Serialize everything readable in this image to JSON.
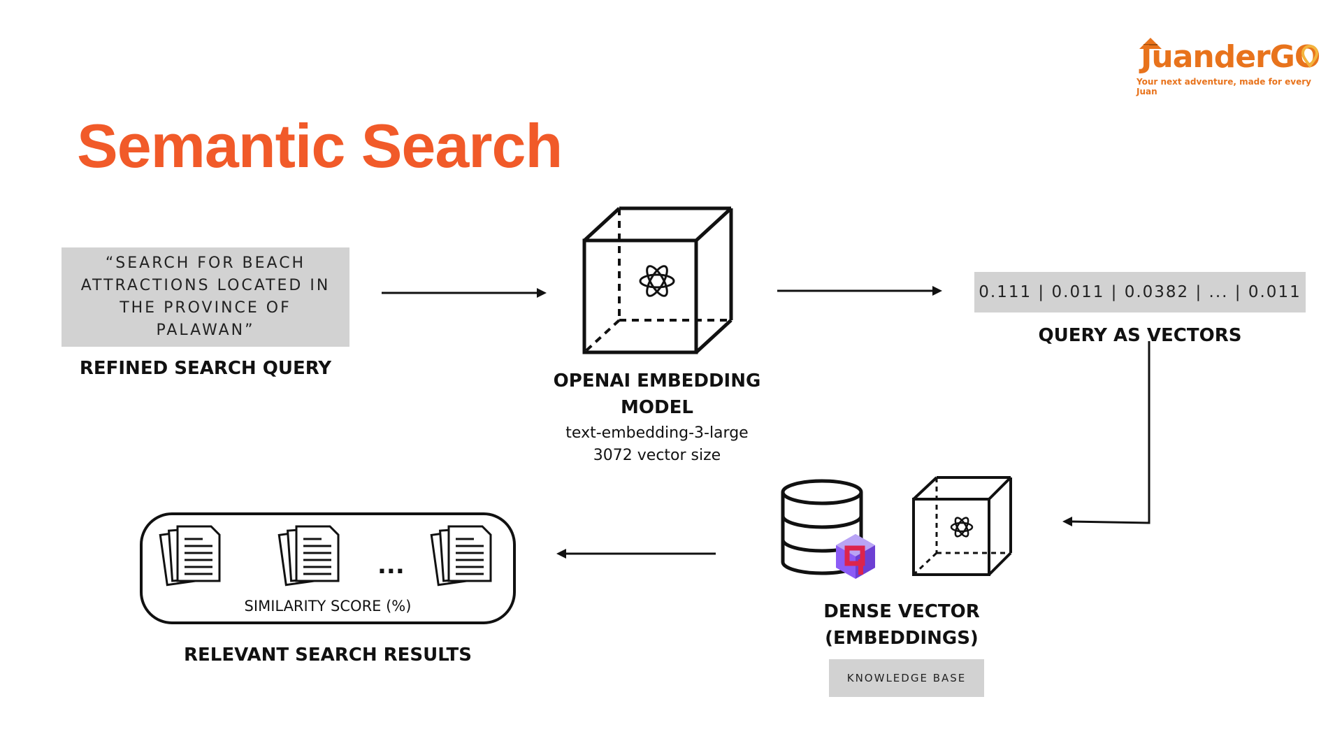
{
  "title": "Semantic Search",
  "logo": {
    "wordmark": "JuanderGO",
    "tagline": "Your next adventure, made for every Juan"
  },
  "query": {
    "lines": [
      "“SEARCH FOR BEACH",
      "ATTRACTIONS LOCATED IN",
      "THE PROVINCE OF",
      "PALAWAN”"
    ],
    "label": "REFINED SEARCH QUERY"
  },
  "model": {
    "label_line1": "OPENAI EMBEDDING",
    "label_line2": "MODEL",
    "detail_line1": "text-embedding-3-large",
    "detail_line2": "3072 vector size"
  },
  "vectors": {
    "values": "0.111 | 0.011 | 0.0382 | ... | 0.011",
    "label": "QUERY AS VECTORS"
  },
  "dense": {
    "label_line1": "DENSE VECTOR",
    "label_line2": "(EMBEDDINGS)",
    "badge": "KNOWLEDGE BASE"
  },
  "results": {
    "ellipsis": "...",
    "score_label": "SIMILARITY SCORE (%)",
    "label": "RELEVANT SEARCH RESULTS"
  },
  "colors": {
    "title": "#f15a29",
    "brand": "#e8731c",
    "grey_box": "#d2d2d2",
    "stroke": "#111111",
    "qdrant_pink": "#dc244c",
    "qdrant_purple": "#8b5cf6"
  },
  "icons": [
    "cube-icon",
    "openai-icon",
    "database-icon",
    "qdrant-icon",
    "document-stack-icon",
    "arrow-icon"
  ]
}
